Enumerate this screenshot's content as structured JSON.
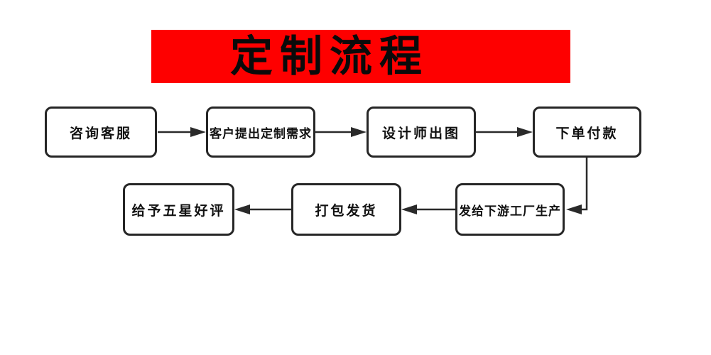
{
  "title": {
    "text": "定制流程"
  },
  "colors": {
    "banner_bg": "#fe0000",
    "banner_text": "#0a0a0a",
    "box_border": "#262626",
    "box_text": "#111111",
    "arrow": "#2a2a2a",
    "background": "#ffffff"
  },
  "nodes": {
    "consult_service": {
      "label": "咨询客服"
    },
    "customer_request": {
      "label": "客户提出定制需求"
    },
    "designer_drawing": {
      "label": "设计师出图"
    },
    "order_payment": {
      "label": "下单付款"
    },
    "factory_production": {
      "label": "发给下游工厂生产"
    },
    "pack_ship": {
      "label": "打包发货"
    },
    "five_star_review": {
      "label": "给予五星好评"
    }
  },
  "edges": [
    {
      "from": "咨询客服",
      "to": "客户提出定制需求",
      "direction": "right"
    },
    {
      "from": "客户提出定制需求",
      "to": "设计师出图",
      "direction": "right"
    },
    {
      "from": "设计师出图",
      "to": "下单付款",
      "direction": "right"
    },
    {
      "from": "下单付款",
      "to": "发给下游工厂生产",
      "direction": "down-left"
    },
    {
      "from": "发给下游工厂生产",
      "to": "打包发货",
      "direction": "left"
    },
    {
      "from": "打包发货",
      "to": "给予五星好评",
      "direction": "left"
    }
  ]
}
